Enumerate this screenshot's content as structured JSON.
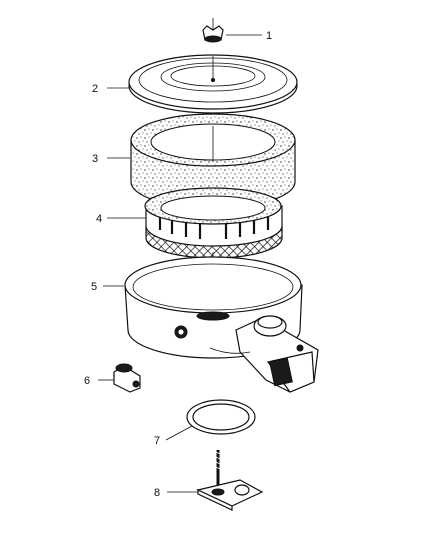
{
  "callouts": [
    {
      "id": "1",
      "label": "1",
      "part": "wing-nut"
    },
    {
      "id": "2",
      "label": "2",
      "part": "air-cleaner-cover"
    },
    {
      "id": "3",
      "label": "3",
      "part": "foam-filter-element"
    },
    {
      "id": "4",
      "label": "4",
      "part": "filter-element"
    },
    {
      "id": "5",
      "label": "5",
      "part": "air-cleaner-housing"
    },
    {
      "id": "6",
      "label": "6",
      "part": "fitting"
    },
    {
      "id": "7",
      "label": "7",
      "part": "gasket"
    },
    {
      "id": "8",
      "label": "8",
      "part": "stud-bracket"
    }
  ],
  "colors": {
    "ink": "#111111",
    "background": "#ffffff"
  }
}
